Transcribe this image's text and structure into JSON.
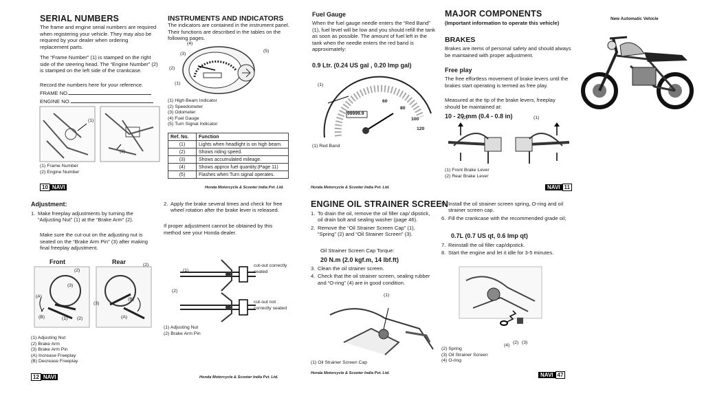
{
  "p10": {
    "title": "SERIAL NUMBERS",
    "para1": "The frame and engine serial numbers are required when registering your vehicle. They may also be required by your dealer when ordering replacement parts.",
    "para2": "The “Frame Number” (1) is stamped on the right side of the steering head. The “Engine Number” (2) is stamped on the left side of the crankcase.",
    "para3": "Record the numbers here for your reference.",
    "frame_label": "FRAME NO.",
    "engine_label": "ENGINE NO.",
    "fig_c1": "(1)",
    "fig_c2": "(2)",
    "legend": [
      "(1) Frame Number",
      "(2) Engine Number"
    ],
    "page_num": "10",
    "navi": "NAVI"
  },
  "p10b": {
    "title": "INSTRUMENTS AND INDICATORS",
    "para": "The indicators are contained in the instrument panel. Their functions are described in the tables on the following pages.",
    "callouts": [
      "(4)",
      "(3)",
      "(2)",
      "(1)",
      "(5)"
    ],
    "legend": [
      "(1) High Beam Indicator",
      "(2) Speedometer",
      "(3) Odometer",
      "(4) Fuel Gauge",
      "(5) Turn Signal Indicator"
    ],
    "table_head": [
      "Ref. No.",
      "Function"
    ],
    "table_rows": [
      [
        "(1)",
        "Lights when headlight is on high beam."
      ],
      [
        "(2)",
        "Shows riding speed."
      ],
      [
        "(3)",
        "Shows accumulated mileage."
      ],
      [
        "(4)",
        "Shows approx fuel quantity.(Page 11)"
      ],
      [
        "(5)",
        "Flashes when Turn signal operates."
      ]
    ],
    "footer": "Honda Motorcycle & Scooter India Pvt. Ltd."
  },
  "p11": {
    "title": "Fuel Gauge",
    "para": "When the fuel gauge needle enters the “Red Band” (1), fuel level will be low and you should refill the tank as soon as possible. The amount of fuel left in the tank when the needle enters the red band is approximately:",
    "amount": "0.9 Ltr. (0.24 US gal , 0.20 Imp gal)",
    "callout": "(1)",
    "odo": "99999.9",
    "dial_nums": [
      "60",
      "80",
      "100",
      "120"
    ],
    "legend": "(1) Red Band",
    "footer": "Honda Motorcycle & Scooter India Pvt. Ltd."
  },
  "p11b": {
    "title": "MAJOR COMPONENTS",
    "subtitle": "(Important information to operate this vehicle)",
    "brakes": "BRAKES",
    "para1": "Brakes are items of personal safety and should always be maintained with proper adjustment.",
    "freeplay_title": "Free play",
    "para2": "The free effortless movement of brake levers until the brakes start operating is termed as free play.",
    "para3": "Measured at the tip of the brake levers, freeplay should be maintained at:",
    "spec": "10 - 20 mm (0.4 - 0.8 in)",
    "c1": "(1)",
    "c2": "(2)",
    "legend": [
      "(1) Front Brake Lever",
      "(2) Rear Brake Lever"
    ],
    "page_num": "11",
    "navi": "NAVI"
  },
  "vehicle": {
    "caption": "New Automatic Vehicle"
  },
  "p12": {
    "title": "Adjustment:",
    "step1": "Make freeplay adjustments by turning the “Adjusting Nut” (1) at the “Brake Arm” (2).",
    "step1b": "Make sure the cut-out on the adjusting nut is seated on the “Brake Arm Pin” (3) after making final freeplay adjustment.",
    "front": "Front",
    "rear": "Rear",
    "callouts": [
      "(2)",
      "(3)",
      "(A)",
      "(B)",
      "(1)",
      "(2)",
      "(3)",
      "(A)",
      "(B)",
      "(2)"
    ],
    "legend": [
      "(1) Adjusting Nut",
      "(2) Brake Arm",
      "(3) Brake Arm Pin",
      "(A) Increase Freeplay",
      "(B) Decrease Freeplay"
    ],
    "page_num": "12",
    "navi": "NAVI"
  },
  "p12b": {
    "step2": "Apply the brake several times and check for free wheel rotation after the brake lever is released.",
    "para": "If proper adjustment cannot be obtained by this method see your Honda dealer.",
    "cut1": "cut-out correctly seated",
    "cut2": "cut-out not correctly seated",
    "c1": "(1)",
    "c2": "(2)",
    "legend": [
      "(1) Adjusting Nut",
      "(2) Brake Arm Pin"
    ],
    "footer": "Honda Motorcycle & Scooter India Pvt. Ltd."
  },
  "p13": {
    "title": "ENGINE OIL STRAINER SCREEN",
    "steps": [
      "To drain the oil, remove the oil filler cap/ dipstick, oil drain bolt and sealing washer (page 46).",
      "Remove the “Oil Strainer Screen Cap” (1), “Spring” (2) and “Oil Strainer Screen” (3).",
      "Clean the oil strainer screen.",
      "Check that the oil strainer screen, sealing rubber and “O-ring” (4) are in good condition."
    ],
    "torque_label": "Oil Strainer Screen Cap Torque:",
    "torque": "20 N.m (2.0 kgf.m, 14 lbf.ft)",
    "callout": "(1)",
    "legend": "(1) Oil Strainer Screen Cap",
    "footer": "Honda Motorcycle & Scooter India Pvt. Ltd."
  },
  "p13b": {
    "steps": [
      "Install the oil strainer screen spring, O-ring and oil strainer screen cap.",
      "Fill the crankcase with the recommended grade oil;",
      "Reinstall the oil filler cap/dipstick.",
      "Start the engine and let it idle for 3-5 minutes."
    ],
    "qty": "0.7L (0.7 US qt, 0.6 Imp qt)",
    "callouts": [
      "(4)",
      "(2)",
      "(3)"
    ],
    "legend": [
      "(2) Spring",
      "(3) Oil Strainer Screen",
      "(4) O-ring"
    ],
    "page_num": "47",
    "navi": "NAVI"
  }
}
